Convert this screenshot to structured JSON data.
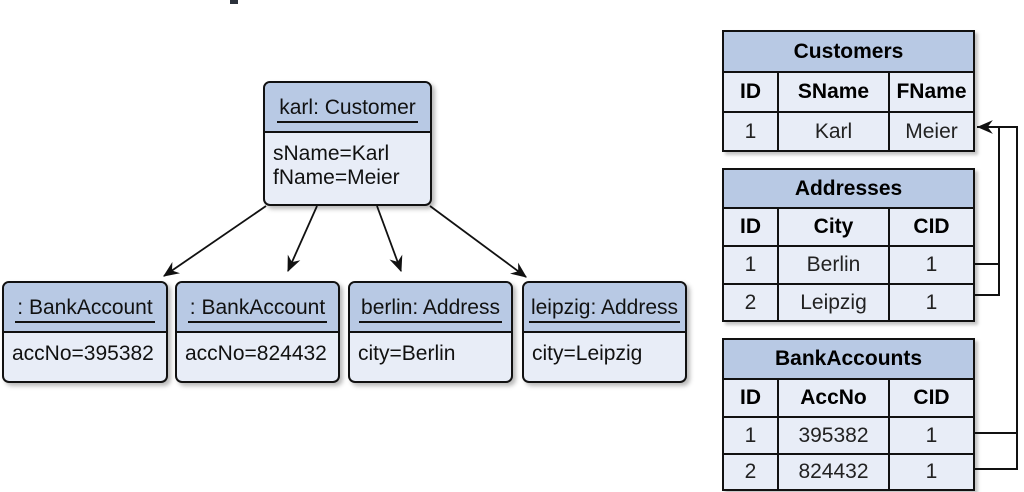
{
  "objects": [
    {
      "title": "karl: Customer",
      "attributes": [
        "sName=Karl",
        "fName=Meier"
      ]
    },
    {
      "title": ": BankAccount",
      "attributes": [
        "accNo=395382"
      ]
    },
    {
      "title": ": BankAccount",
      "attributes": [
        "accNo=824432"
      ]
    },
    {
      "title": "berlin: Address",
      "attributes": [
        "city=Berlin"
      ]
    },
    {
      "title": "leipzig: Address",
      "attributes": [
        "city=Leipzig"
      ]
    }
  ],
  "tables": [
    {
      "title": "Customers",
      "columns": [
        "ID",
        "SName",
        "FName"
      ],
      "rows": [
        [
          "1",
          "Karl",
          "Meier"
        ]
      ]
    },
    {
      "title": "Addresses",
      "columns": [
        "ID",
        "City",
        "CID"
      ],
      "rows": [
        [
          "1",
          "Berlin",
          "1"
        ],
        [
          "2",
          "Leipzig",
          "1"
        ]
      ]
    },
    {
      "title": "BankAccounts",
      "columns": [
        "ID",
        "AccNo",
        "CID"
      ],
      "rows": [
        [
          "1",
          "395382",
          "1"
        ],
        [
          "2",
          "824432",
          "1"
        ]
      ]
    }
  ],
  "colors": {
    "header_fill": "#b8c9e4",
    "cell_fill": "#e8edf7",
    "border": "#111111",
    "arrow": "#111111"
  }
}
